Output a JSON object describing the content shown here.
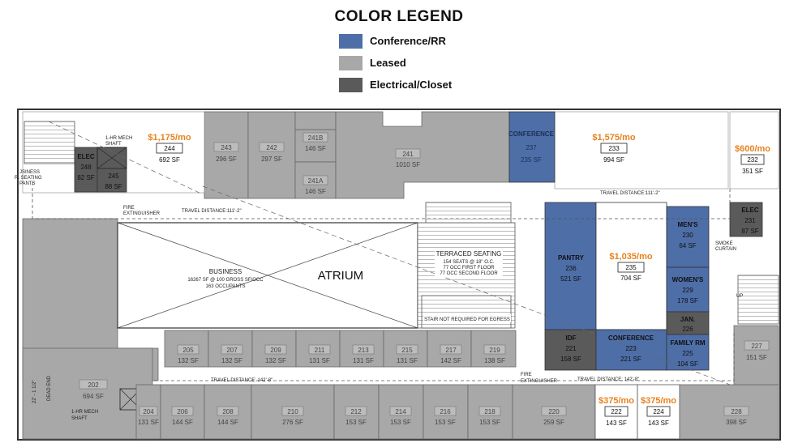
{
  "legend": {
    "title": "COLOR LEGEND",
    "items": [
      {
        "label": "Conference/RR",
        "color": "#4e6ea8"
      },
      {
        "label": "Leased",
        "color": "#a8a8a8"
      },
      {
        "label": "Electrical/Closet",
        "color": "#5a5a5a"
      }
    ]
  },
  "colors": {
    "conference": "#4e6ea8",
    "leased": "#a8a8a8",
    "electrical": "#5a5a5a",
    "available": "#ffffff",
    "price": "#e8821e",
    "wall": "#333333"
  },
  "rooms": {
    "r244": {
      "num": "244",
      "sf": "692 SF",
      "price": "$1,175/mo"
    },
    "r233": {
      "num": "233",
      "sf": "994 SF",
      "price": "$1,575/mo"
    },
    "r232": {
      "num": "232",
      "sf": "351 SF",
      "price": "$600/mo"
    },
    "r235": {
      "num": "235",
      "sf": "704 SF",
      "price": "$1,035/mo"
    },
    "r222": {
      "num": "222",
      "sf": "143 SF",
      "price": "$375/mo"
    },
    "r224": {
      "num": "224",
      "sf": "143 SF",
      "price": "$375/mo"
    },
    "r237": {
      "num": "237",
      "sf": "235 SF",
      "name": "CONFERENCE"
    },
    "r236": {
      "num": "236",
      "sf": "521 SF",
      "name": "PANTRY"
    },
    "r223": {
      "num": "223",
      "sf": "221 SF",
      "name": "CONFERENCE"
    },
    "r230": {
      "num": "230",
      "sf": "64 SF",
      "name": "MEN'S"
    },
    "r229": {
      "num": "229",
      "sf": "178 SF",
      "name": "WOMEN'S"
    },
    "r225": {
      "num": "225",
      "sf": "104 SF",
      "name": "FAMILY RM"
    },
    "r226j": {
      "num": "226",
      "name": "JAN."
    },
    "r221": {
      "num": "221",
      "sf": "158 SF",
      "name": "IDF"
    },
    "r248": {
      "num": "248",
      "sf": "82 SF",
      "name": "ELEC"
    },
    "r245": {
      "num": "245",
      "sf": "88 SF"
    },
    "r231": {
      "num": "231",
      "sf": "87 SF",
      "name": "ELEC"
    },
    "r243": {
      "num": "243",
      "sf": "296 SF"
    },
    "r242": {
      "num": "242",
      "sf": "297 SF"
    },
    "r241B": {
      "num": "241B",
      "sf": "146 SF"
    },
    "r241A": {
      "num": "241A",
      "sf": "146 SF"
    },
    "r241": {
      "num": "241",
      "sf": "1010 SF"
    },
    "r227": {
      "num": "227",
      "sf": "151 SF"
    },
    "r202": {
      "num": "202",
      "sf": "694 SF"
    },
    "r205": {
      "num": "205",
      "sf": "132 SF"
    },
    "r207": {
      "num": "207",
      "sf": "132 SF"
    },
    "r209": {
      "num": "209",
      "sf": "132 SF"
    },
    "r211": {
      "num": "211",
      "sf": "131 SF"
    },
    "r213": {
      "num": "213",
      "sf": "131 SF"
    },
    "r215": {
      "num": "215",
      "sf": "131 SF"
    },
    "r217": {
      "num": "217",
      "sf": "142 SF"
    },
    "r219": {
      "num": "219",
      "sf": "138 SF"
    },
    "r204": {
      "num": "204",
      "sf": "131 SF"
    },
    "r206": {
      "num": "206",
      "sf": "144 SF"
    },
    "r208": {
      "num": "208",
      "sf": "144 SF"
    },
    "r210": {
      "num": "210",
      "sf": "276 SF"
    },
    "r212": {
      "num": "212",
      "sf": "153 SF"
    },
    "r214": {
      "num": "214",
      "sf": "153 SF"
    },
    "r216": {
      "num": "216",
      "sf": "153 SF"
    },
    "r218": {
      "num": "218",
      "sf": "153 SF"
    },
    "r220": {
      "num": "220",
      "sf": "259 SF"
    },
    "r228": {
      "num": "228",
      "sf": "398 SF"
    }
  },
  "notes": {
    "atrium": "ATRIUM",
    "business_title": "BUSINESS",
    "business_line1": "16267 SF @ 100 GROSS SF/OCC",
    "business_line2": "163 OCCUPANTS",
    "terraced_title": "TERRACED SEATING",
    "terraced_line1": "154 SEATS @ 18\" O.C.",
    "terraced_line2": "77 OCC FIRST FLOOR",
    "terraced_line3": "77 OCC SECOND FLOOR",
    "stair_note": "STAIR NOT REQUIRED FOR EGRESS",
    "mech_shaft_top_1": "1-HR MECH",
    "mech_shaft_top_2": "SHAFT",
    "mech_shaft_bottom_1": "1-HR MECH",
    "mech_shaft_bottom_2": "SHAFT",
    "fire_ext_top_1": "FIRE",
    "fire_ext_top_2": "EXTINGUISHER",
    "fire_ext_bottom_1": "FIRE",
    "fire_ext_bottom_2": "EXTINGUISHER",
    "travel_top_left": "TRAVEL DISTANCE:111'-2\"",
    "travel_top_right": "TRAVEL DISTANCE:111'-2\"",
    "travel_bottom_left": "TRAVEL DISTANCE: 142'-8\"",
    "travel_bottom_right": "TRAVEL DISTANCE: 142'-8\"",
    "smoke_curtain_1": "SMOKE",
    "smoke_curtain_2": "CURTAIN",
    "dead_end": "DEAD END",
    "dim_left": "22' - 1 1/2\"",
    "business_cut_1": "JSINESS",
    "business_cut_2": "R. SEATING",
    "business_cut_3": "PANTS",
    "up": "UP"
  }
}
